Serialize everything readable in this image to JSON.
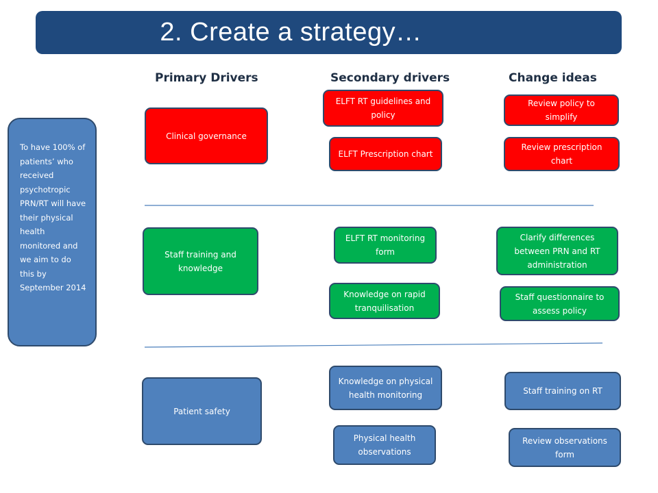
{
  "title": "2.  Create a strategy…",
  "headers": {
    "primary": "Primary Drivers",
    "secondary": "Secondary drivers",
    "change": "Change ideas"
  },
  "aim": "To have 100% of patients’ who received psychotropic PRN/RT will have their physical health monitored and we aim to do this by September 2014",
  "groups": [
    {
      "color": "#ff0000",
      "primary": "Clinical governance",
      "secondary": [
        "ELFT RT guidelines and policy",
        "ELFT Prescription chart"
      ],
      "change": [
        "Review policy to simplify",
        "Review prescription chart"
      ]
    },
    {
      "color": "#00b050",
      "primary": "Staff training and knowledge",
      "secondary": [
        "ELFT RT monitoring form",
        "Knowledge on rapid tranquilisation"
      ],
      "change": [
        "Clarify differences between PRN and RT administration",
        "Staff questionnaire to assess policy"
      ]
    },
    {
      "color": "#4f81bd",
      "primary": "Patient safety",
      "secondary": [
        "Knowledge on physical health monitoring",
        "Physical health observations"
      ],
      "change": [
        "Staff training on RT",
        "Review observations form"
      ]
    }
  ],
  "colors": {
    "title_bar": "#1f497d",
    "border": "#2e4a6c",
    "divider": "#4a7ebb"
  }
}
